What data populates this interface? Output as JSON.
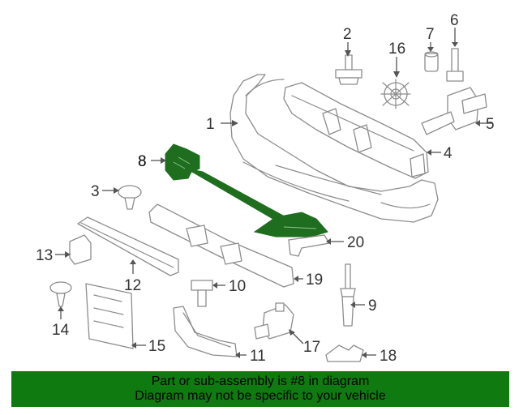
{
  "callouts": {
    "c1": "1",
    "c2": "2",
    "c3": "3",
    "c4": "4",
    "c5": "5",
    "c6": "6",
    "c7": "7",
    "c8": "8",
    "c9": "9",
    "c10": "10",
    "c11": "11",
    "c12": "12",
    "c13": "13",
    "c14": "14",
    "c15": "15",
    "c16": "16",
    "c17": "17",
    "c18": "18",
    "c19": "19",
    "c20": "20"
  },
  "highlighted_part": "8",
  "colors": {
    "highlight": "#1f6e1f",
    "banner": "#0f7a0f",
    "line_art": "#8c8c8c"
  },
  "banner": {
    "line1": "Part or sub-assembly is #8 in diagram",
    "line2": "Diagram may not be specific to your vehicle"
  }
}
